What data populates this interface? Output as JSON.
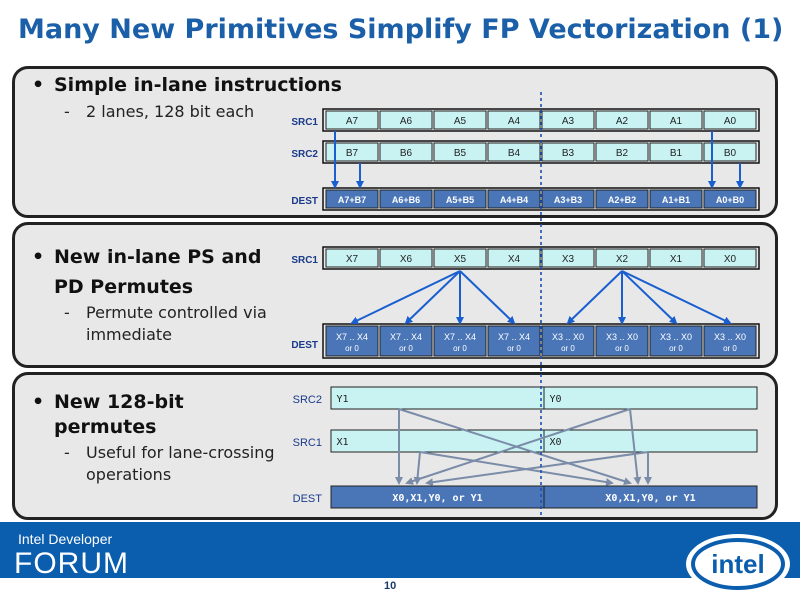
{
  "title": "Many New Primitives Simplify FP Vectorization (1)",
  "panel1": {
    "bullet": "Simple in-lane instructions",
    "sub": "2 lanes, 128 bit each",
    "rows": [
      {
        "label": "SRC1",
        "cells": [
          "A7",
          "A6",
          "A5",
          "A4",
          "A3",
          "A2",
          "A1",
          "A0"
        ]
      },
      {
        "label": "SRC2",
        "cells": [
          "B7",
          "B6",
          "B5",
          "B4",
          "B3",
          "B2",
          "B1",
          "B0"
        ]
      },
      {
        "label": "DEST",
        "cells": [
          "A7+B7",
          "A6+B6",
          "A5+B5",
          "A4+B4",
          "A3+B3",
          "A2+B2",
          "A1+B1",
          "A0+B0"
        ]
      }
    ]
  },
  "panel2": {
    "bullet_line1": "New in-lane PS and",
    "bullet_line2": "PD Permutes",
    "sub_line1": "Permute controlled via",
    "sub_line2": "immediate",
    "src": {
      "label": "SRC1",
      "cells": [
        "X7",
        "X6",
        "X5",
        "X4",
        "X3",
        "X2",
        "X1",
        "X0"
      ]
    },
    "dest": {
      "label": "DEST",
      "cells_line1": [
        "X7 .. X4",
        "X7 .. X4",
        "X7 .. X4",
        "X7 .. X4",
        "X3 .. X0",
        "X3 .. X0",
        "X3 .. X0",
        "X3 .. X0"
      ],
      "cells_line2": [
        "or 0",
        "or 0",
        "or 0",
        "or 0",
        "or 0",
        "or 0",
        "or 0",
        "or 0"
      ]
    }
  },
  "panel3": {
    "bullet_line1": "New 128-bit",
    "bullet_line2": "permutes",
    "sub_line1": "Useful for lane-crossing",
    "sub_line2": "operations",
    "src2": {
      "label": "SRC2",
      "cells": [
        "Y1",
        "Y0"
      ]
    },
    "src1": {
      "label": "SRC1",
      "cells": [
        "X1",
        "X0"
      ]
    },
    "dest": {
      "label": "DEST",
      "cells": [
        "X0,X1,Y0, or Y1",
        "X0,X1,Y0, or Y1"
      ]
    }
  },
  "footer": {
    "brand_line1": "Intel Developer",
    "brand_line2": "FORUM",
    "logo": "intel",
    "page": "10"
  },
  "colors": {
    "title": "#1a5fa8",
    "src_cell": "#c9f3f3",
    "dest_cell": "#4a76b8",
    "arrow": "#1a5fd0",
    "arrow_gray": "#7a8ca8",
    "footer": "#0b5eae"
  }
}
